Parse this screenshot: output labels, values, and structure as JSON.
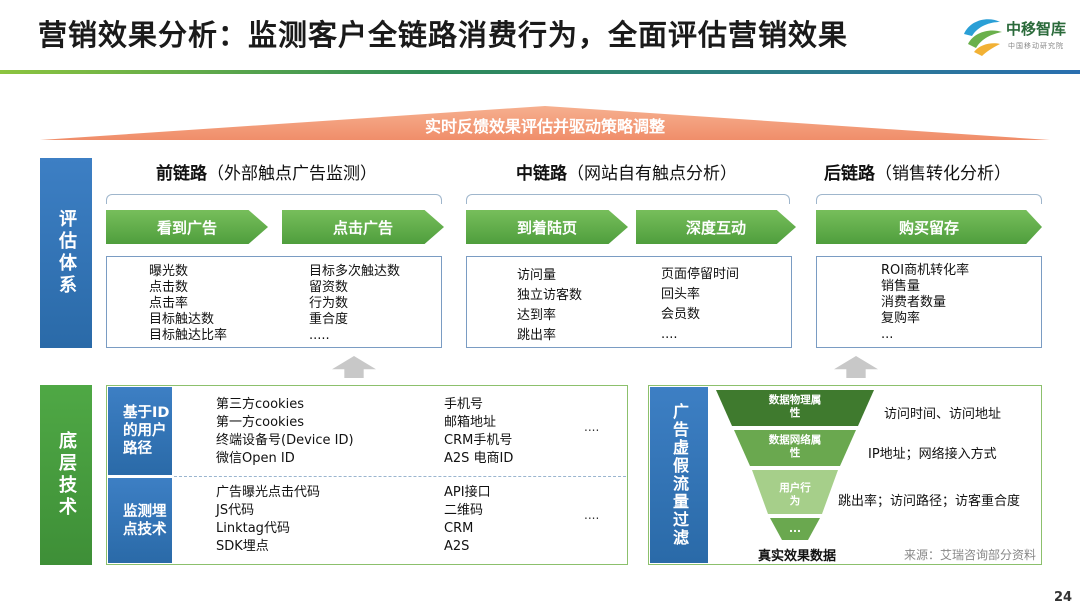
{
  "header": {
    "title": "营销效果分析：监测客户全链路消费行为，全面评估营销效果",
    "logo_name": "中移智库",
    "logo_sub": "中国移动研究院"
  },
  "banner": "实时反馈效果评估并驱动策略调整",
  "evaluation": {
    "side_label": "评估体系",
    "segments": [
      {
        "name": "前链路",
        "desc": "（外部触点广告监测）",
        "steps": [
          "看到广告",
          "点击广告"
        ],
        "metrics_left": [
          "曝光数",
          "点击数",
          "点击率",
          "目标触达数",
          "目标触达比率"
        ],
        "metrics_right": [
          "目标多次触达数",
          "留资数",
          "行为数",
          "重合度",
          "....."
        ]
      },
      {
        "name": "中链路",
        "desc": "（网站自有触点分析）",
        "steps": [
          "到着陆页",
          "深度互动"
        ],
        "metrics_left": [
          "访问量",
          "独立访客数",
          "达到率",
          "跳出率"
        ],
        "metrics_right": [
          "页面停留时间",
          "回头率",
          "会员数",
          "...."
        ]
      },
      {
        "name": "后链路",
        "desc": "（销售转化分析）",
        "steps": [
          "购买留存"
        ],
        "metrics_left": [
          "ROI商机转化率",
          "销售量",
          "消费者数量",
          "复购率",
          "..."
        ]
      }
    ]
  },
  "base_tech": {
    "side_label": "底层技术",
    "rows": [
      {
        "label": "基于ID的用户路径",
        "col1": [
          "第三方cookies",
          "第一方cookies",
          "终端设备号(Device ID)",
          "微信Open ID"
        ],
        "col2": [
          "手机号",
          "邮箱地址",
          "CRM手机号",
          "A2S 电商ID"
        ],
        "more": "...."
      },
      {
        "label": "监测埋点技术",
        "col1": [
          "广告曝光点击代码",
          "JS代码",
          "Linktag代码",
          "SDK埋点"
        ],
        "col2": [
          "API接口",
          "二维码",
          "CRM",
          "A2S"
        ],
        "more": "...."
      }
    ]
  },
  "filter": {
    "side_label": "广告虚假流量过滤",
    "funnel": [
      {
        "label": "数据物理属性",
        "desc": "访问时间、访问地址",
        "color": "#3f7a2e"
      },
      {
        "label": "数据网络属性",
        "desc": "IP地址；网络接入方式",
        "color": "#6aa84f"
      },
      {
        "label": "用户行为",
        "desc": "跳出率；访问路径；访客重合度",
        "color": "#a6cf8a"
      },
      {
        "label": "...",
        "desc": "",
        "color": "#6aa84f"
      }
    ],
    "result": "真实效果数据",
    "source": "来源：艾瑞咨询部分资料"
  },
  "page_number": "24",
  "colors": {
    "blue": "#2f73b7",
    "green": "#5aa845",
    "orange": "#f4a582"
  }
}
